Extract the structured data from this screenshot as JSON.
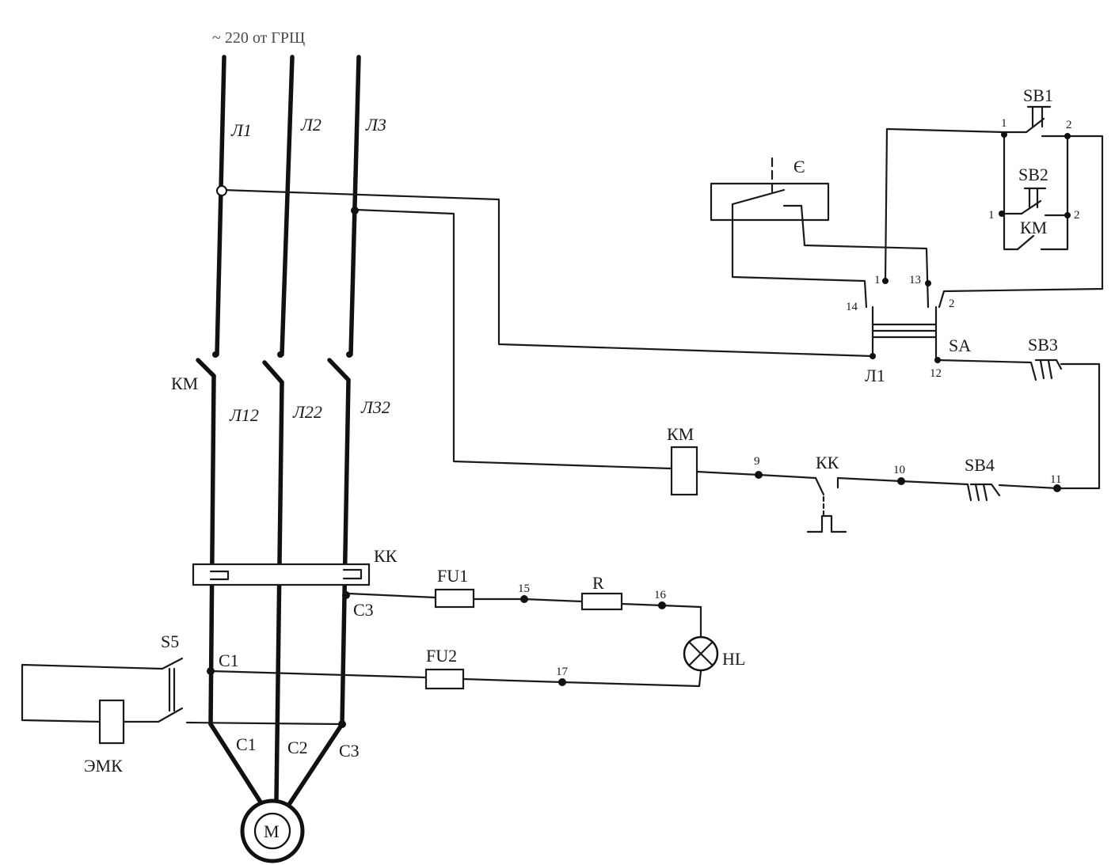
{
  "supply": {
    "title": "~ 220 от ГРЩ"
  },
  "lines": {
    "l1": "Л1",
    "l2": "Л2",
    "l3": "Л3",
    "l12": "Л12",
    "l22": "Л22",
    "l32": "Л32"
  },
  "components": {
    "km_main": "КМ",
    "kk_relay": "КК",
    "fu1": "FU1",
    "fu2": "FU2",
    "r": "R",
    "hl": "HL",
    "s5": "S5",
    "emk": "ЭМК",
    "motor": "М",
    "km_coil": "КМ",
    "kk_contact": "КК",
    "sb1": "SB1",
    "sb2": "SB2",
    "sb3": "SB3",
    "sb4": "SB4",
    "km_contact": "КМ",
    "sa": "SA",
    "e_sensor": "Є",
    "sa_l1": "Л1"
  },
  "terminals": {
    "c1": "С1",
    "c3": "С3",
    "mc1": "С1",
    "mc2": "С2",
    "mc3": "С3"
  },
  "nodes": {
    "n9": "9",
    "n10": "10",
    "n11": "11",
    "n12": "12",
    "n15": "15",
    "n16": "16",
    "n17": "17",
    "sb1_1": "1",
    "sb1_2": "2",
    "sb2_1": "1",
    "sb2_2": "2",
    "sa_1": "1",
    "sa_13": "13",
    "sa_14": "14",
    "sa_2": "2"
  }
}
